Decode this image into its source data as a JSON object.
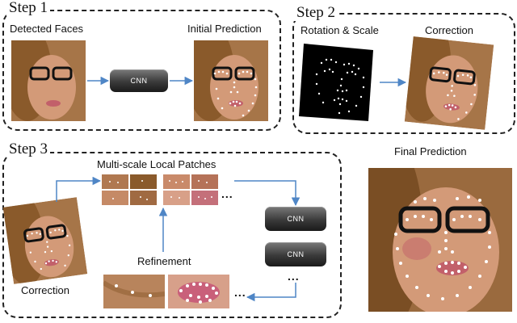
{
  "steps": {
    "step1": "Step 1",
    "step2": "Step 2",
    "step3": "Step 3"
  },
  "captions": {
    "detected_faces": "Detected Faces",
    "initial_prediction": "Initial Prediction",
    "rotation_scale": "Rotation & Scale",
    "correction_step2": "Correction",
    "final_prediction": "Final Prediction",
    "multiscale_patches": "Multi-scale Local Patches",
    "refinement": "Refinement",
    "correction_step3": "Correction"
  },
  "cnn_label": "CNN",
  "ellipsis": "...",
  "colors": {
    "arrow": "#4f86c6",
    "border": "#222222",
    "skin": "#c98a6a",
    "hair": "#8a5a2b",
    "landmark": "#ffffff"
  }
}
